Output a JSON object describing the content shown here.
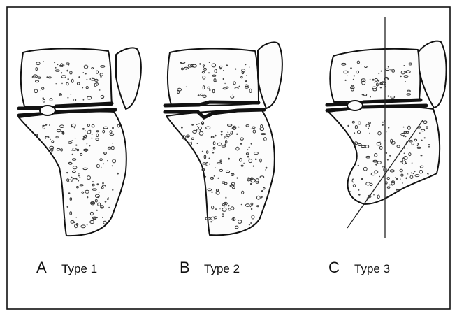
{
  "panels": [
    {
      "letter": "A",
      "label": "Type 1"
    },
    {
      "letter": "B",
      "label": "Type 2"
    },
    {
      "letter": "C",
      "label": "Type 3"
    }
  ],
  "colors": {
    "ink": "#111111",
    "background": "#ffffff"
  }
}
